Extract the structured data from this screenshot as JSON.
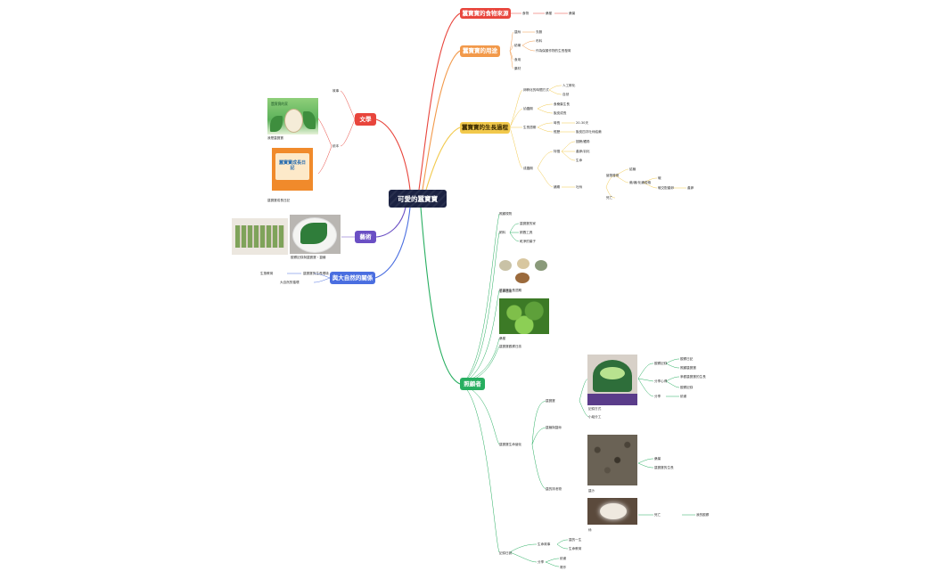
{
  "root": {
    "title": "可愛的蠶寶寶"
  },
  "colors": {
    "red": "#e8453c",
    "orange": "#f2994a",
    "yellow": "#f2c94c",
    "green": "#27ae60",
    "purple": "#6a4fc4",
    "blue": "#4a6ee0",
    "root": "#1b2242"
  },
  "topics": {
    "origin": "蠶寶寶的食物來源",
    "use": "蠶寶寶的用途",
    "growth": "蠶寶寶的生長過程",
    "literature": "文學",
    "art": "藝術",
    "nature": "與大自然的關係",
    "observation": "照顧者"
  },
  "origin": {
    "a": "食物",
    "b": "桑樹",
    "c": "桑葉"
  },
  "use": {
    "items": [
      "蠶絲",
      "衣服",
      "紡織",
      "布料",
      "作為保護作物的生長發育",
      "食用",
      "藥材"
    ]
  },
  "growth": {
    "items": [
      "卵孵化的時間方式",
      "人工孵化",
      "自然",
      "幼蟲期",
      "食桑葉生長",
      "脫皮成長",
      "生長週期",
      "時長",
      "20-30天",
      "經歷",
      "脫皮四次吐絲結繭",
      "成蟲期",
      "特徵",
      "翅膀/觸角",
      "產卵/羽化",
      "生命",
      "蛹期",
      "吐絲",
      "變態發育",
      "結繭",
      "繭/蛹/化蛹成蛾",
      "蛾",
      "蛾交配產卵",
      "產卵",
      "死亡",
      "不吃不喝",
      "完全變態昆蟲"
    ]
  },
  "literature": {
    "a": "故事",
    "b": "繪本",
    "book1": "我是蠶寶寶",
    "book2": "蠶寶寶成長日記",
    "cover1": "蠶寶寶的家",
    "cover2": "蠶寶寶成長日記"
  },
  "art": {
    "caption": "觀察記錄與蠶寶寶・蠶繭"
  },
  "nature": {
    "a": "蠶寶寶的生長環境",
    "b": "生態教育",
    "c": "大自然的循環"
  },
  "observation": {
    "items": [
      "照顧規則",
      "飼料",
      "蠶寶寶的家",
      "飼養工具",
      "乾淨的葉子",
      "觀察生命過程",
      "生命週期",
      "蠶寶寶生長過程",
      "桑樹",
      "桑樹葉",
      "蠶寶寶觀察日誌",
      "蠶寶寶生命變化",
      "蠶寶寶",
      "記錄方式",
      "小組分工",
      "觀察記錄",
      "觀察日記",
      "照顧蠶寶寶",
      "分享心得",
      "參觀蠶寶寶的生長",
      "觀察記錄",
      "分享",
      "繪畫",
      "寫作",
      "蠶繭與蠶絲",
      "蠶的排泄物",
      "蠶沙",
      "桑葉",
      "蠶寶寶的生長",
      "絲",
      "死亡",
      "我的觀察",
      "記錄日誌",
      "生命故事",
      "蠶的一生",
      "生命教育"
    ]
  },
  "photo_caption": "蠶寶寶生長週期"
}
